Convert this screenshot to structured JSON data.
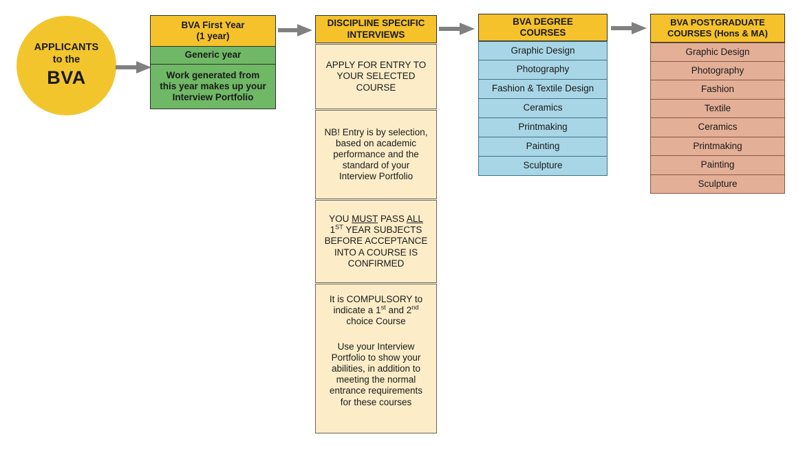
{
  "diagram": {
    "title": "BVA Study Pathway Flowchart",
    "colors": {
      "header_yellow": "#F5C22B",
      "circle_yellow": "#F2C52D",
      "green": "#6FB865",
      "cream": "#FCEDC8",
      "blue": "#A8D6E6",
      "salmon": "#E3AF97",
      "arrow_gray": "#808080",
      "border_dark": "#2f2f2f"
    }
  },
  "applicants": {
    "line1": "APPLICANTS",
    "line2": "to the",
    "line3": "BVA"
  },
  "first_year": {
    "header_line1": "BVA First Year",
    "header_line2": "(1 year)",
    "generic": "Generic year",
    "portfolio_line1": "Work generated from",
    "portfolio_line2": "this year makes up your",
    "portfolio_line3": "Interview Portfolio"
  },
  "interviews": {
    "header_line1": "DISCIPLINE SPECIFIC",
    "header_line2": "INTERVIEWS",
    "note_apply": {
      "line1": "APPLY FOR ENTRY TO",
      "line2": "YOUR SELECTED COURSE"
    },
    "note_selection": {
      "line1": "NB! Entry is by selection,",
      "line2": "based on academic",
      "line3": "performance and the",
      "line4": "standard of your",
      "line5": "Interview Portfolio"
    },
    "note_pass": {
      "line1_a": "YOU ",
      "line1_b": "MUST",
      "line1_c": " PASS ",
      "line1_d": "ALL",
      "line2_a": "1",
      "line2_sup": "ST",
      "line2_b": " YEAR SUBJECTS",
      "line3": "BEFORE ACCEPTANCE",
      "line4": "INTO A COURSE IS",
      "line5": "CONFIRMED"
    },
    "note_choice": {
      "line1": "It is COMPULSORY to",
      "line2_a": "indicate a 1",
      "line2_sup1": "st",
      "line2_b": " and 2",
      "line2_sup2": "nd",
      "line3": "choice Course",
      "para2_line1": "Use your Interview",
      "para2_line2": "Portfolio to show your",
      "para2_line3": "abilities, in addition to",
      "para2_line4": "meeting the normal",
      "para2_line5": "entrance requirements",
      "para2_line6": "for these courses"
    }
  },
  "degree_courses": {
    "header_line1": "BVA DEGREE",
    "header_line2": "COURSES",
    "items": [
      "Graphic Design",
      "Photography",
      "Fashion & Textile Design",
      "Ceramics",
      "Printmaking",
      "Painting",
      "Sculpture"
    ]
  },
  "postgraduate_courses": {
    "header_line1": "BVA POSTGRADUATE",
    "header_line2": "COURSES (Hons & MA)",
    "items": [
      "Graphic Design",
      "Photography",
      "Fashion",
      "Textile",
      "Ceramics",
      "Printmaking",
      "Painting",
      "Sculpture"
    ]
  },
  "arrows": {
    "a1": "arrow-applicants-to-first-year",
    "a2": "arrow-first-year-to-interviews",
    "a3": "arrow-interviews-to-degree",
    "a4": "arrow-degree-to-postgraduate"
  }
}
